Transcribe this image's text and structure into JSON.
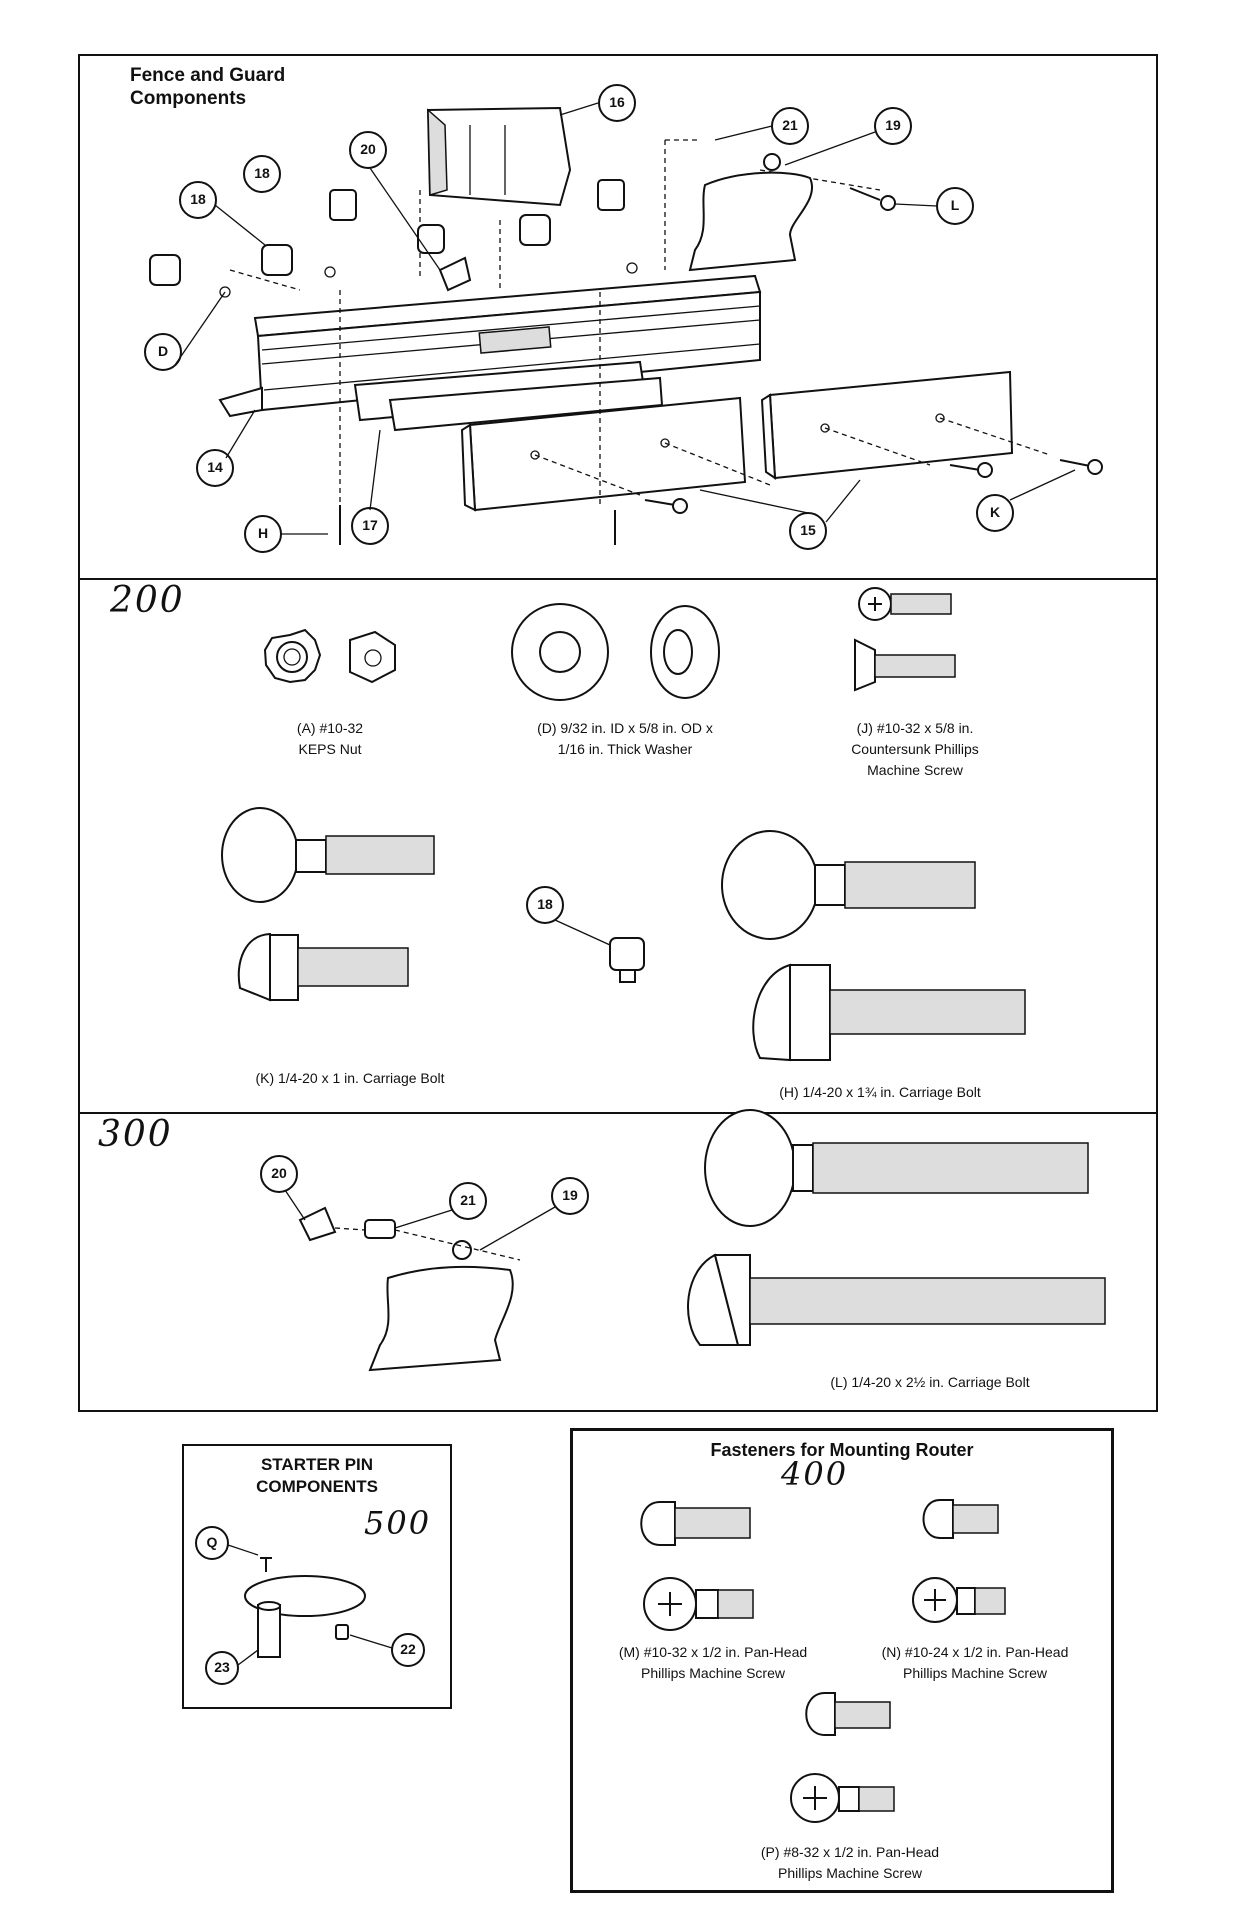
{
  "panels": {
    "fence": {
      "title": "Fence and Guard\nComponents",
      "callouts": [
        "16",
        "18",
        "18",
        "20",
        "21",
        "19",
        "L",
        "D",
        "14",
        "17",
        "H",
        "15",
        "K"
      ]
    },
    "p200": {
      "number": "200",
      "callout_18": "18",
      "labels": {
        "A": "(A) #10-32\nKEPS Nut",
        "D": "(D) 9/32 in. ID x 5/8 in. OD x\n1/16 in. Thick Washer",
        "J": "(J) #10-32 x 5/8 in.\nCountersunk Phillips\nMachine Screw",
        "K": "(K) 1/4-20 x 1 in. Carriage Bolt",
        "H": "(H) 1/4-20 x 1¾ in. Carriage Bolt"
      }
    },
    "p300": {
      "number": "300",
      "callouts": [
        "20",
        "21",
        "19"
      ],
      "label_L": "(L) 1/4-20 x 2½ in. Carriage Bolt"
    },
    "p500": {
      "title": "STARTER PIN\nCOMPONENTS",
      "number": "500",
      "callouts": [
        "Q",
        "23",
        "22"
      ]
    },
    "p400": {
      "title": "Fasteners for Mounting Router",
      "number": "400",
      "labels": {
        "M": "(M) #10-32 x 1/2 in. Pan-Head\nPhillips Machine Screw",
        "N": "(N) #10-24 x 1/2 in. Pan-Head\nPhillips Machine Screw",
        "P": "(P) #8-32 x 1/2 in. Pan-Head\nPhillips Machine Screw"
      }
    }
  }
}
